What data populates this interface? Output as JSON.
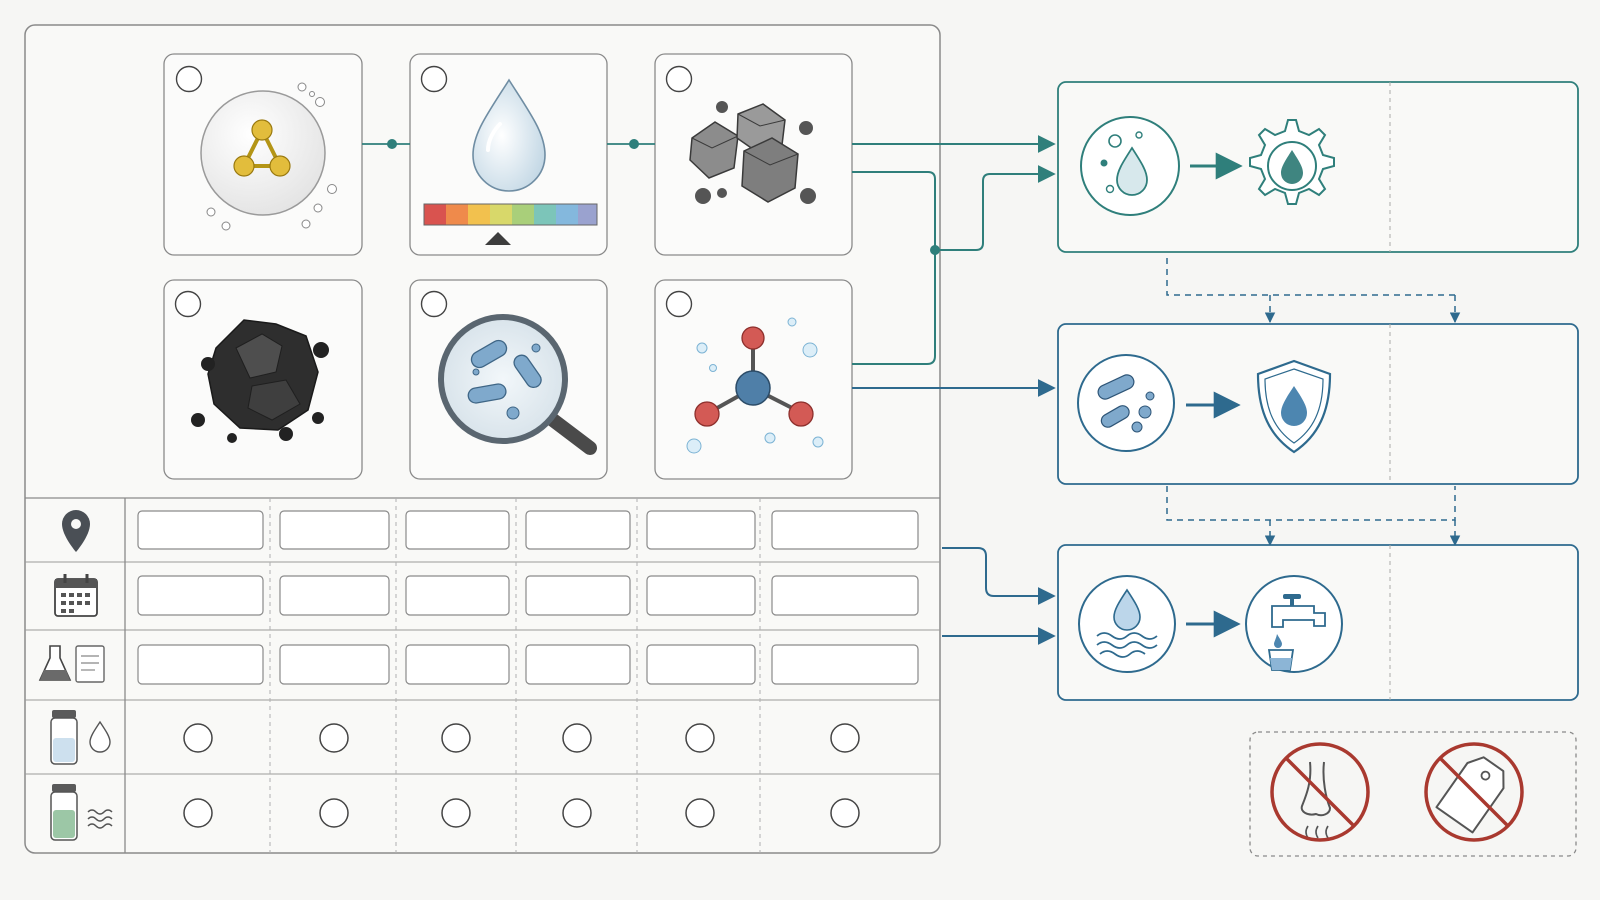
{
  "colors": {
    "panel_border": "#8a8a8a",
    "teal": "#2f7f7b",
    "blue": "#2e6a8e",
    "prohibit_red": "#a9392f",
    "ph_scale": [
      "#d9534f",
      "#ef8a4b",
      "#f2c14e",
      "#d8d86a",
      "#a9cf7a",
      "#7cc5b9",
      "#84b8dd",
      "#9aa2cf"
    ]
  },
  "sample_tiles": [
    {
      "icon": "molecule-bubble-icon"
    },
    {
      "icon": "water-drop-ph-scale-icon"
    },
    {
      "icon": "metal-crystals-icon"
    },
    {
      "icon": "charcoal-rock-icon"
    },
    {
      "icon": "bacteria-magnifier-icon"
    },
    {
      "icon": "chemical-molecule-icon"
    }
  ],
  "table_rows": [
    {
      "icon": "location-pin-icon",
      "cell_type": "text-field"
    },
    {
      "icon": "calendar-icon",
      "cell_type": "text-field"
    },
    {
      "icon": "flask-document-icon",
      "cell_type": "text-field"
    },
    {
      "icon": "vial-drop-icon",
      "cell_type": "radio"
    },
    {
      "icon": "vial-waves-icon",
      "cell_type": "radio"
    }
  ],
  "table_columns": 6,
  "treatment_stages": [
    {
      "from_icon": "water-particles-icon",
      "to_icon": "gear-drop-icon",
      "color": "teal"
    },
    {
      "from_icon": "bacteria-circle-icon",
      "to_icon": "shield-drop-icon",
      "color": "blue"
    },
    {
      "from_icon": "water-waves-icon",
      "to_icon": "tap-glass-icon",
      "color": "blue"
    }
  ],
  "prohibitions": [
    {
      "icon": "no-smell-icon"
    },
    {
      "icon": "no-label-icon"
    }
  ]
}
